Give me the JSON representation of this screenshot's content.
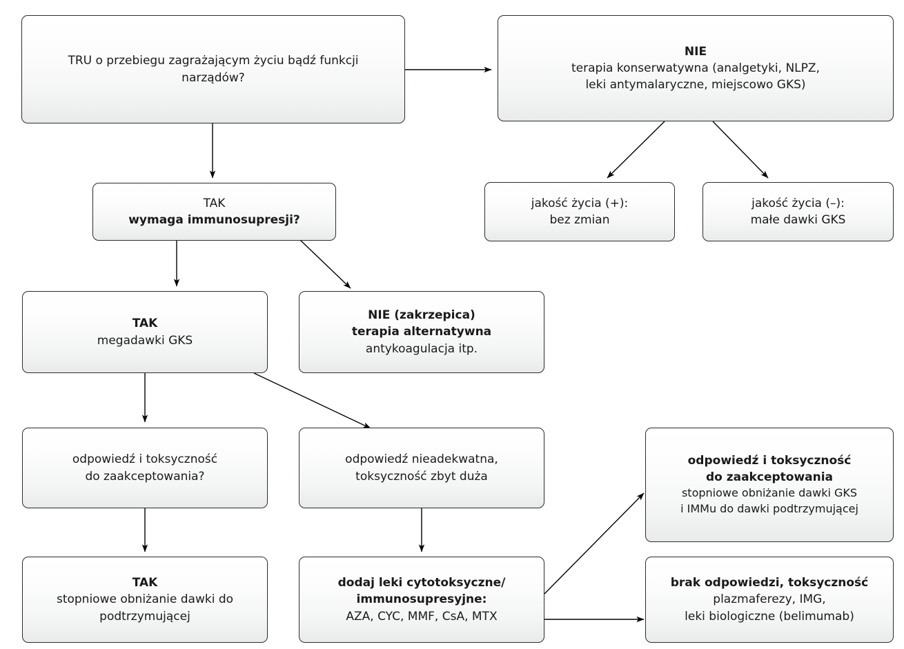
{
  "diagram": {
    "title_visible": false,
    "language": "pl",
    "theme": {
      "box_border": "#2b2b2b",
      "box_fill_top": "#ffffff",
      "box_fill_bottom": "#e9eaea",
      "text_color": "#1a1a1a",
      "edge_color": "#000000",
      "background": "#ffffff"
    }
  },
  "nodes": [
    {
      "id": "n1",
      "name": "tru-question",
      "lines": [
        {
          "text": "TRU o przebiegu zagrażającym życiu bądź funkcji",
          "bold": false
        },
        {
          "text": "narządów?",
          "bold": false
        }
      ]
    },
    {
      "id": "n2",
      "name": "nie-conservative-therapy",
      "lines": [
        {
          "text": "NIE",
          "bold": true
        },
        {
          "text": "terapia konserwatywna (analgetyki, NLPZ,",
          "bold": false
        },
        {
          "text": "leki antymalaryczne, miejscowo GKS)",
          "bold": false
        }
      ]
    },
    {
      "id": "n3",
      "name": "quality-of-life-positive",
      "lines": [
        {
          "text": "jakość życia (+):",
          "bold": false
        },
        {
          "text": "bez zmian",
          "bold": false
        }
      ]
    },
    {
      "id": "n4",
      "name": "quality-of-life-negative",
      "lines": [
        {
          "text": "jakość życia (–):",
          "bold": false
        },
        {
          "text": "małe dawki GKS",
          "bold": false
        }
      ]
    },
    {
      "id": "n5",
      "name": "tak-immunosuppression-question",
      "lines": [
        {
          "text": "TAK",
          "bold": false
        },
        {
          "text": "wymaga immunosupresji?",
          "bold": true
        }
      ]
    },
    {
      "id": "n6",
      "name": "tak-megadoses-gks",
      "lines": [
        {
          "text": "TAK",
          "bold": true
        },
        {
          "text": "megadawki GKS",
          "bold": false
        }
      ]
    },
    {
      "id": "n7",
      "name": "nie-thrombosis-alternative-therapy",
      "lines": [
        {
          "text": "NIE (zakrzepica)",
          "bold": true
        },
        {
          "text": "terapia alternatywna",
          "bold": true
        },
        {
          "text": "antykoagulacja itp.",
          "bold": false
        }
      ]
    },
    {
      "id": "n8",
      "name": "response-toxicity-acceptable-question",
      "lines": [
        {
          "text": "odpowiedź i toksyczność",
          "bold": false
        },
        {
          "text": "do zaakceptowania?",
          "bold": false
        }
      ]
    },
    {
      "id": "n9",
      "name": "response-inadequate-toxicity-high",
      "lines": [
        {
          "text": "odpowiedź nieadekwatna,",
          "bold": false
        },
        {
          "text": "toksyczność zbyt duża",
          "bold": false
        }
      ]
    },
    {
      "id": "n10",
      "name": "response-toxicity-acceptable-taper",
      "lines": [
        {
          "text": "odpowiedź i toksyczność",
          "bold": true
        },
        {
          "text": "do zaakceptowania",
          "bold": true
        },
        {
          "text": "stopniowe obniżanie dawki GKS",
          "bold": false
        },
        {
          "text": "i IMMu do dawki podtrzymującej",
          "bold": false
        }
      ]
    },
    {
      "id": "n11",
      "name": "tak-taper-to-maintenance",
      "lines": [
        {
          "text": "TAK",
          "bold": true
        },
        {
          "text": "stopniowe obniżanie dawki do",
          "bold": false
        },
        {
          "text": "podtrzymującej",
          "bold": false
        }
      ]
    },
    {
      "id": "n12",
      "name": "add-cytotoxic-immunosuppressive-drugs",
      "lines": [
        {
          "text": "dodaj leki cytotoksyczne/",
          "bold": true
        },
        {
          "text": "immunosupresyjne:",
          "bold": true
        },
        {
          "text": "AZA, CYC, MMF, CsA, MTX",
          "bold": false
        }
      ]
    },
    {
      "id": "n13",
      "name": "no-response-toxicity",
      "lines": [
        {
          "text": "brak odpowiedzi, toksyczność",
          "bold": true
        },
        {
          "text": "plazmaferezy, IMG,",
          "bold": false
        },
        {
          "text": "leki biologiczne (belimumab)",
          "bold": false
        }
      ]
    }
  ],
  "edges": [
    {
      "name": "edge-tru-to-nie",
      "from": "n1",
      "to": "n2",
      "style": "elbow-right"
    },
    {
      "name": "edge-tru-to-tak-immunosuppression",
      "from": "n1",
      "to": "n5",
      "style": "vertical"
    },
    {
      "name": "edge-nie-to-qol-positive",
      "from": "n2",
      "to": "n3",
      "style": "diagonal"
    },
    {
      "name": "edge-nie-to-qol-negative",
      "from": "n2",
      "to": "n4",
      "style": "diagonal"
    },
    {
      "name": "edge-immunosuppression-to-tak-megadoses",
      "from": "n5",
      "to": "n6",
      "style": "vertical"
    },
    {
      "name": "edge-immunosuppression-to-nie-thrombosis",
      "from": "n5",
      "to": "n7",
      "style": "diagonal"
    },
    {
      "name": "edge-megadoses-to-response-question",
      "from": "n6",
      "to": "n8",
      "style": "vertical"
    },
    {
      "name": "edge-megadoses-to-response-inadequate",
      "from": "n6",
      "to": "n9",
      "style": "diagonal"
    },
    {
      "name": "edge-response-question-to-tak-taper",
      "from": "n8",
      "to": "n11",
      "style": "vertical"
    },
    {
      "name": "edge-response-inadequate-to-add-drugs",
      "from": "n9",
      "to": "n12",
      "style": "vertical"
    },
    {
      "name": "edge-add-drugs-to-acceptable",
      "from": "n12",
      "to": "n10",
      "style": "diagonal"
    },
    {
      "name": "edge-add-drugs-to-no-response",
      "from": "n12",
      "to": "n13",
      "style": "horizontal"
    }
  ]
}
